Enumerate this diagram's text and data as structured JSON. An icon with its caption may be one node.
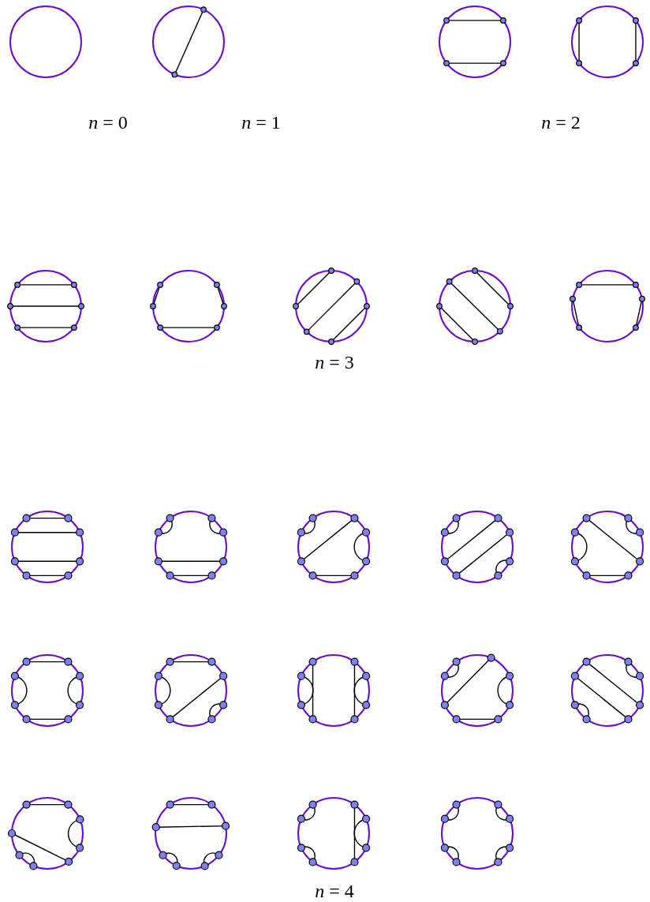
{
  "diagram": {
    "labels": [
      "*n* = 0",
      "*n* = 1",
      "*n* = 2",
      "*n* = 3",
      "*n* = 4"
    ]
  }
}
